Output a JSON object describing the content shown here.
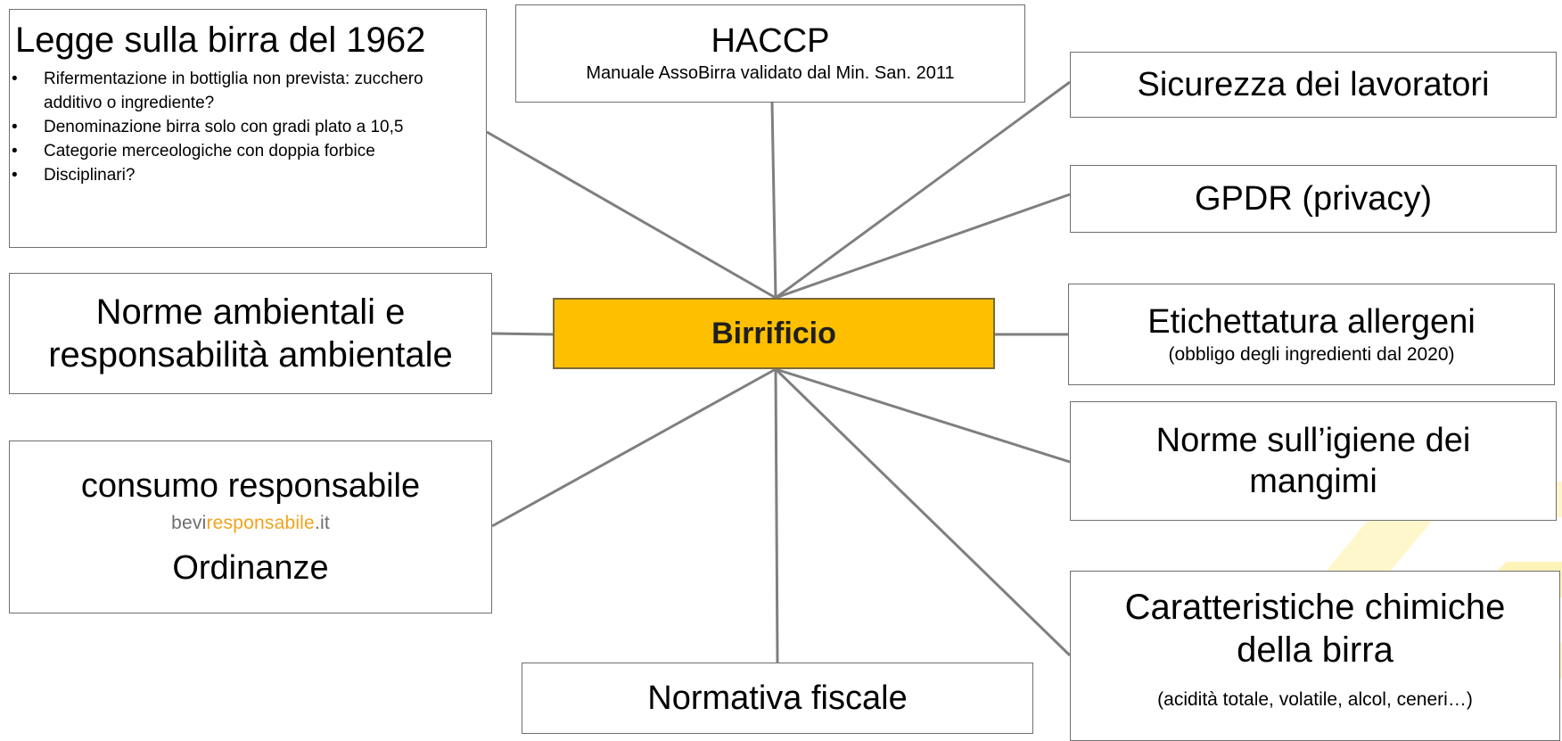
{
  "center": {
    "label": "Birrificio",
    "color": "#fdbf00"
  },
  "nodes": {
    "legge": {
      "title": "Legge sulla birra del 1962",
      "items": [
        "Rifermentazione in bottiglia non prevista: zucchero additivo o ingrediente?",
        "Denominazione birra solo con gradi plato a 10,5",
        "Categorie merceologiche con doppia forbice",
        "Disciplinari?"
      ]
    },
    "haccp": {
      "title": "HACCP",
      "subtitle": "Manuale AssoBirra validato dal Min. San. 2011"
    },
    "sicurezza": {
      "title": "Sicurezza dei lavoratori"
    },
    "gpdr": {
      "title": "GPDR (privacy)"
    },
    "etichettatura": {
      "title": "Etichettatura allergeni",
      "subtitle": "(obbligo degli ingredienti dal 2020)"
    },
    "igiene": {
      "title": "Norme sull’igiene dei mangimi"
    },
    "caratteristiche": {
      "title": "Caratteristiche chimiche della birra",
      "subtitle": "(acidità totale, volatile, alcol, ceneri…)"
    },
    "norme": {
      "title": "Norme ambientali e responsabilità ambientale"
    },
    "consumo": {
      "title": "consumo responsabile",
      "logo": {
        "part1": "bevi",
        "part2": "responsabile",
        "part3": ".it"
      },
      "footer": "Ordinanze"
    },
    "fiscale": {
      "title": "Normativa fiscale"
    }
  },
  "colors": {
    "connector": "#7f7f7f",
    "box_border": "#6f6f6f",
    "logo_accent": "#f2a31c",
    "watermark": "#fff3b0"
  }
}
